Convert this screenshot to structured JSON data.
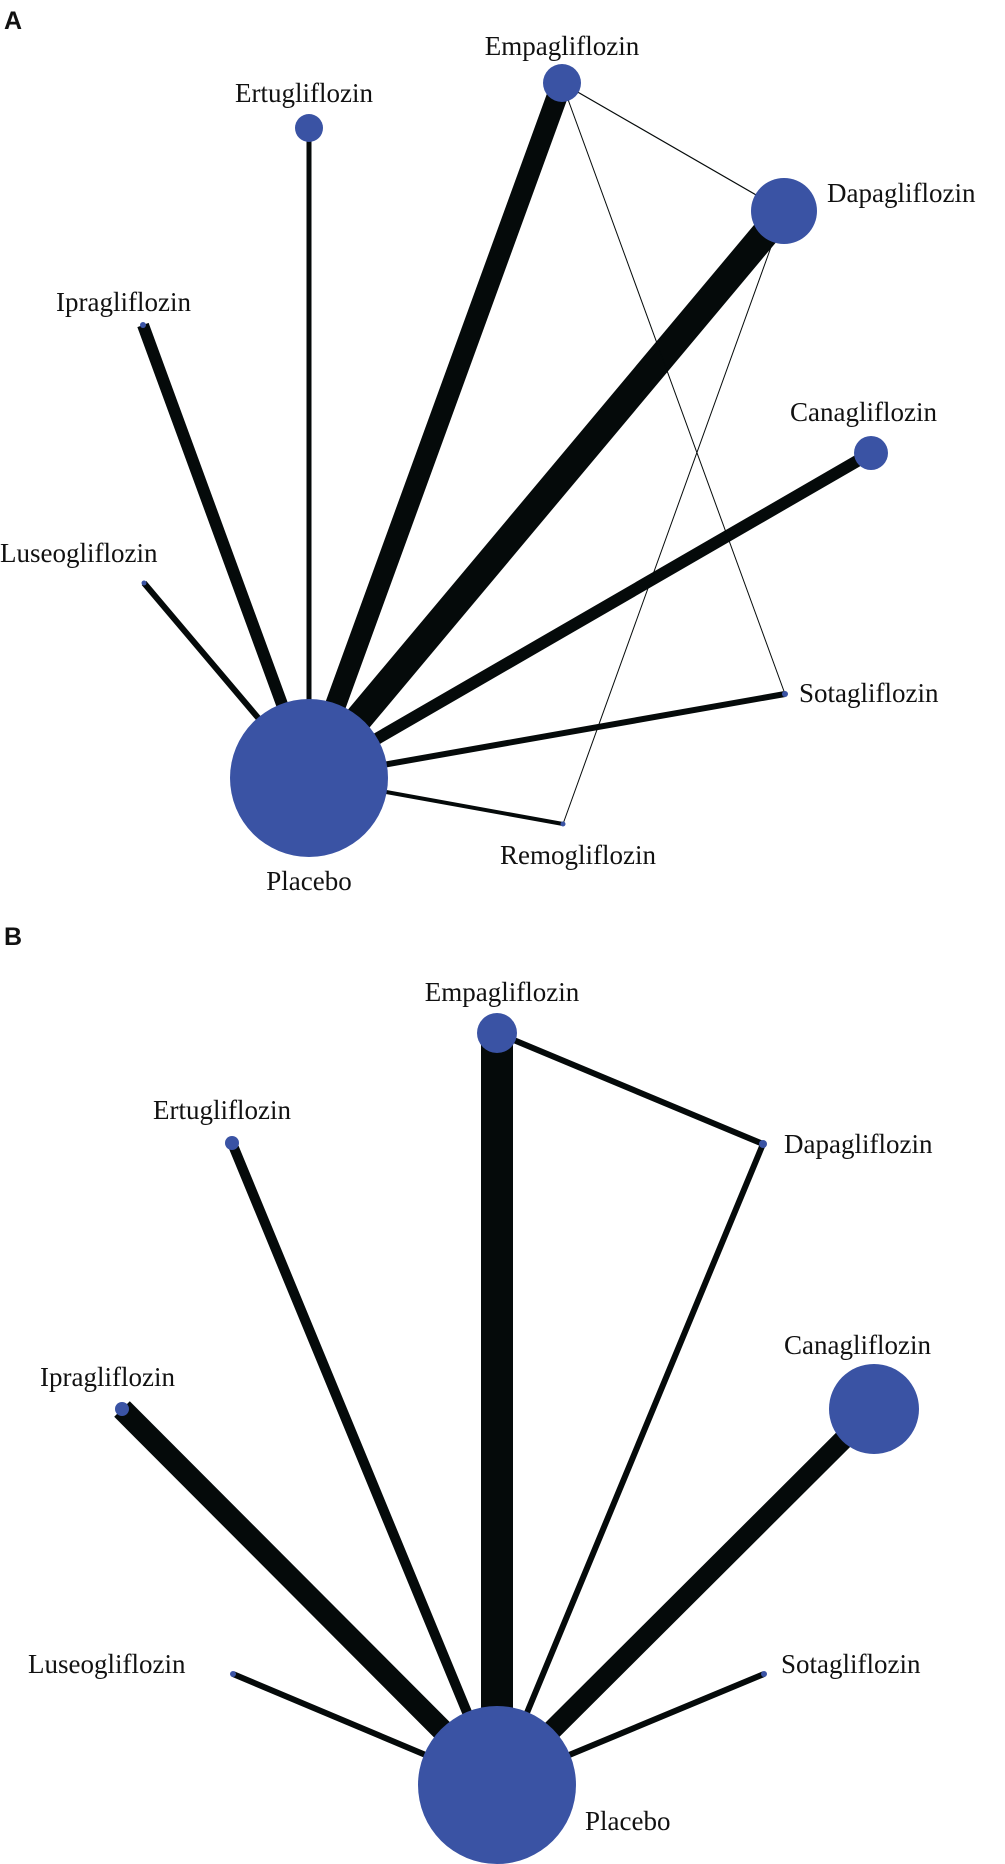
{
  "colors": {
    "node": "#3a53a4",
    "edge": "#050a0a",
    "text": "#111111"
  },
  "panels": [
    {
      "id": "A",
      "label": "A",
      "nodes": [
        {
          "id": "placebo",
          "label": "Placebo"
        },
        {
          "id": "empagliflozin",
          "label": "Empagliflozin"
        },
        {
          "id": "ertugliflozin",
          "label": "Ertugliflozin"
        },
        {
          "id": "dapagliflozin",
          "label": "Dapagliflozin"
        },
        {
          "id": "ipragliflozin",
          "label": "Ipragliflozin"
        },
        {
          "id": "canagliflozin",
          "label": "Canagliflozin"
        },
        {
          "id": "luseogliflozin",
          "label": "Luseogliflozin"
        },
        {
          "id": "sotagliflozin",
          "label": "Sotagliflozin"
        },
        {
          "id": "remogliflozin",
          "label": "Remogliflozin"
        }
      ],
      "edges": [
        {
          "from": "placebo",
          "to": "empagliflozin"
        },
        {
          "from": "placebo",
          "to": "ertugliflozin"
        },
        {
          "from": "placebo",
          "to": "dapagliflozin"
        },
        {
          "from": "placebo",
          "to": "ipragliflozin"
        },
        {
          "from": "placebo",
          "to": "canagliflozin"
        },
        {
          "from": "placebo",
          "to": "luseogliflozin"
        },
        {
          "from": "placebo",
          "to": "sotagliflozin"
        },
        {
          "from": "placebo",
          "to": "remogliflozin"
        },
        {
          "from": "empagliflozin",
          "to": "dapagliflozin"
        },
        {
          "from": "empagliflozin",
          "to": "sotagliflozin"
        },
        {
          "from": "dapagliflozin",
          "to": "remogliflozin"
        }
      ]
    },
    {
      "id": "B",
      "label": "B",
      "nodes": [
        {
          "id": "placebo",
          "label": "Placebo"
        },
        {
          "id": "empagliflozin",
          "label": "Empagliflozin"
        },
        {
          "id": "ertugliflozin",
          "label": "Ertugliflozin"
        },
        {
          "id": "dapagliflozin",
          "label": "Dapagliflozin"
        },
        {
          "id": "ipragliflozin",
          "label": "Ipragliflozin"
        },
        {
          "id": "canagliflozin",
          "label": "Canagliflozin"
        },
        {
          "id": "luseogliflozin",
          "label": "Luseogliflozin"
        },
        {
          "id": "sotagliflozin",
          "label": "Sotagliflozin"
        }
      ],
      "edges": [
        {
          "from": "placebo",
          "to": "empagliflozin"
        },
        {
          "from": "placebo",
          "to": "ertugliflozin"
        },
        {
          "from": "placebo",
          "to": "dapagliflozin"
        },
        {
          "from": "placebo",
          "to": "ipragliflozin"
        },
        {
          "from": "placebo",
          "to": "canagliflozin"
        },
        {
          "from": "placebo",
          "to": "luseogliflozin"
        },
        {
          "from": "placebo",
          "to": "sotagliflozin"
        },
        {
          "from": "empagliflozin",
          "to": "dapagliflozin"
        }
      ]
    }
  ]
}
